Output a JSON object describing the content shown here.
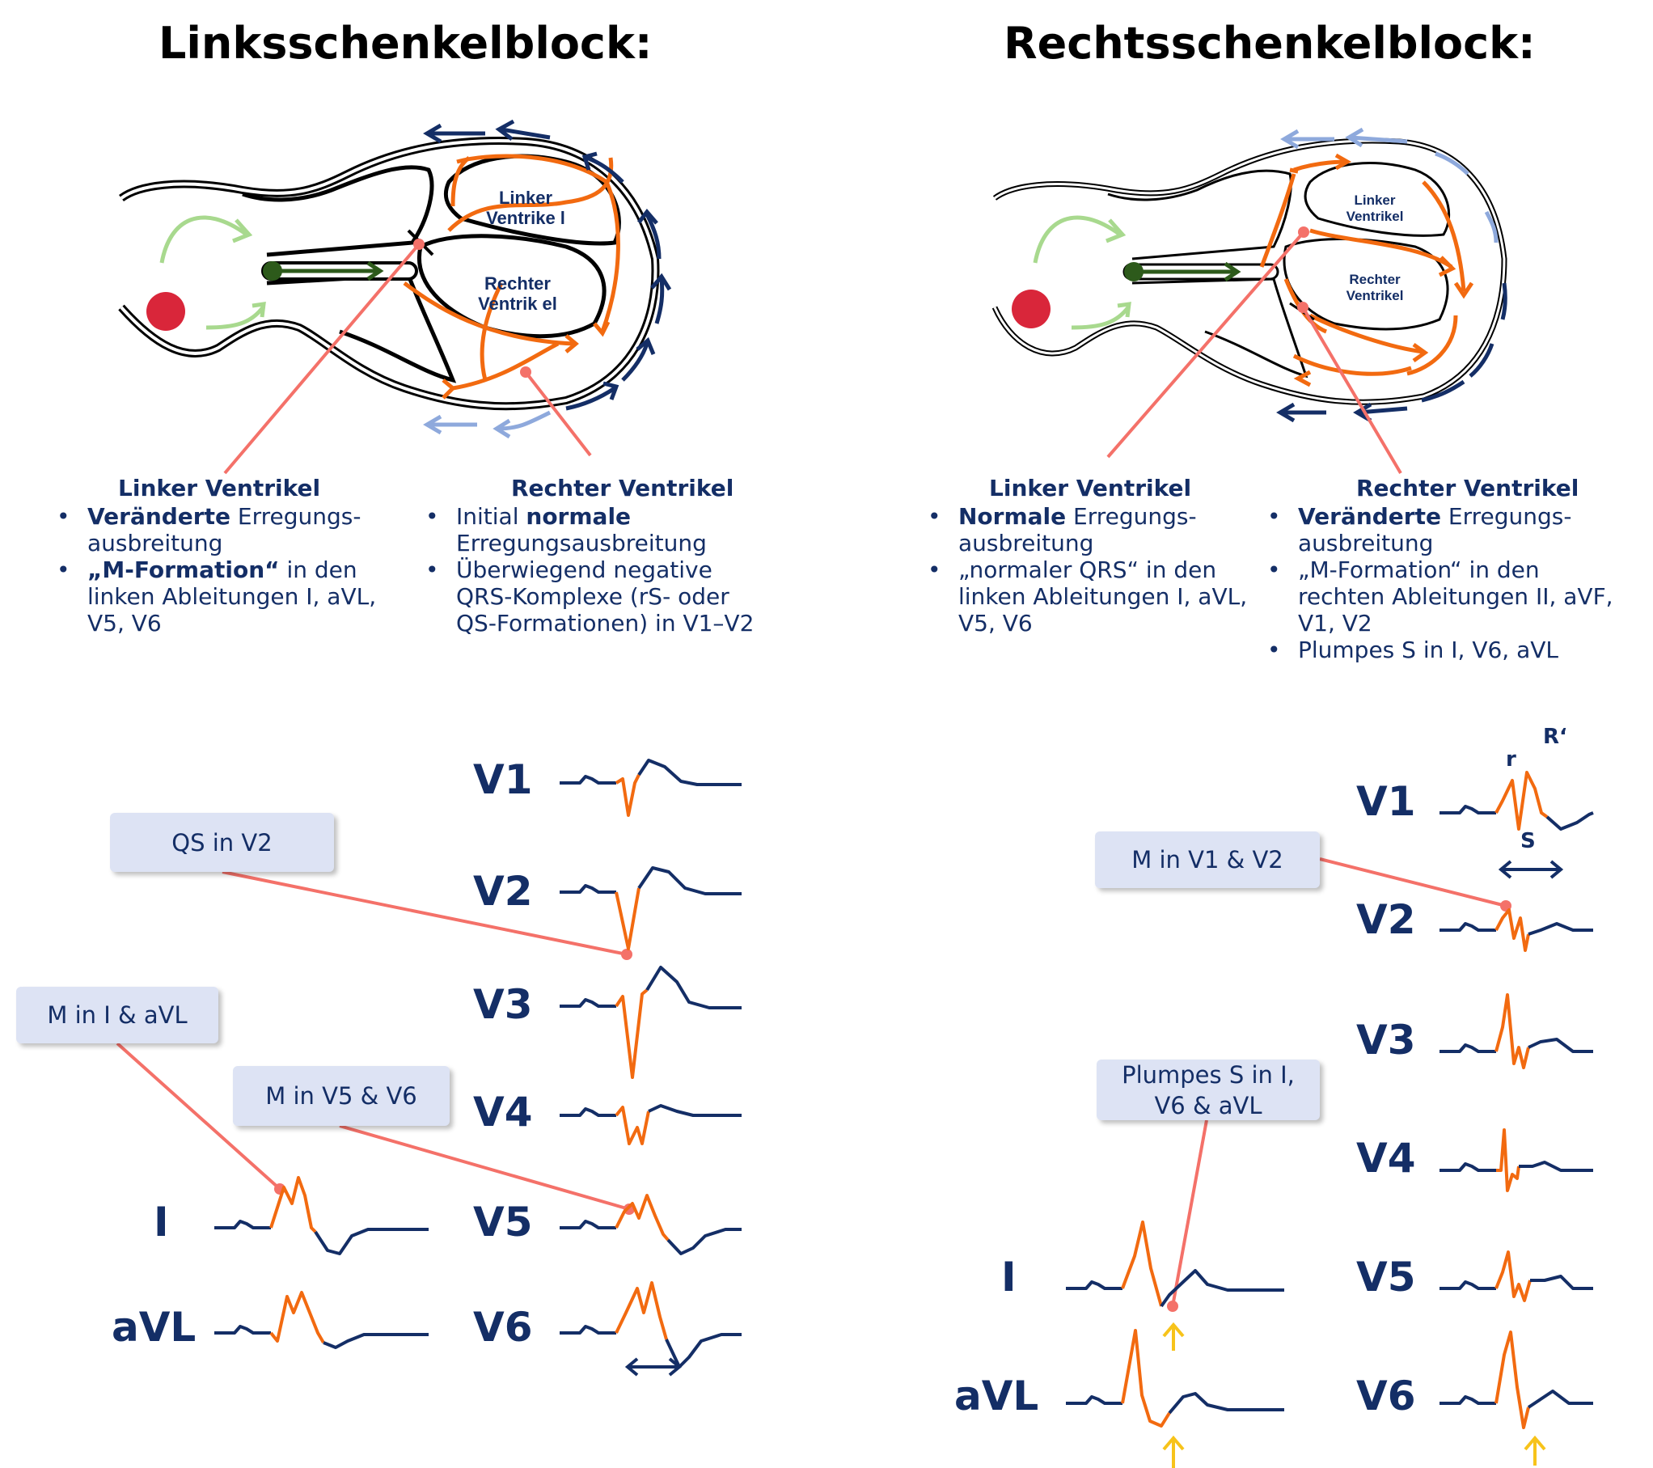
{
  "titles": {
    "left": "Linksschenkelblock:",
    "right": "Rechtsschenkelblock:"
  },
  "hearts": {
    "left": {
      "lv_label": "Linker Ventrike l",
      "rv_label": "Rechter Ventrik el"
    },
    "right": {
      "lv_label": "Linker Ventrikel",
      "rv_label": "Rechter Ventrikel"
    }
  },
  "lsb": {
    "lv": {
      "heading": "Linker Ventrikel",
      "items": [
        {
          "bold": "Veränderte",
          "text": " Erregungs-ausbreitung"
        },
        {
          "bold": "„M-Formation“",
          "text": " in den linken Ableitungen I, aVL, V5, V6"
        }
      ]
    },
    "rv": {
      "heading": "Rechter Ventrikel",
      "items": [
        {
          "pre": "Initial ",
          "bold": "normale",
          "text": " Erregungsausbreitung"
        },
        {
          "pre": "",
          "bold": "",
          "text": "Überwiegend negative QRS-Komplexe (rS- oder QS-Formationen) in V1–V2"
        }
      ]
    }
  },
  "rsb": {
    "lv": {
      "heading": "Linker Ventrikel",
      "items": [
        {
          "bold": "Normale",
          "text": " Erregungs-ausbreitung"
        },
        {
          "bold": "",
          "text": "„normaler QRS“ in den linken Ableitungen I, aVL, V5, V6"
        }
      ]
    },
    "rv": {
      "heading": "Rechter Ventrikel",
      "items": [
        {
          "bold": "Veränderte",
          "text": " Erregungs-ausbreitung"
        },
        {
          "bold": "",
          "text": "„M-Formation“ in den rechten Ableitungen II, aVF, V1, V2"
        },
        {
          "bold": "",
          "text": "Plumpes S in I, V6, aVL"
        }
      ]
    }
  },
  "ecg_left": {
    "leads": [
      "V1",
      "V2",
      "V3",
      "V4",
      "I",
      "V5",
      "aVL",
      "V6"
    ],
    "callouts": [
      "QS in V2",
      "M in I & aVL",
      "M in V5 & V6"
    ]
  },
  "ecg_right": {
    "leads": [
      "V1",
      "V2",
      "V3",
      "V4",
      "I",
      "V5",
      "aVL",
      "V6"
    ],
    "callouts": [
      "M in V1 & V2",
      "Plumpes S in I, V6 & aVL"
    ],
    "annotations": {
      "r": "r",
      "R": "R‘",
      "S": "S"
    }
  },
  "colors": {
    "navy": "#142e66",
    "orange": "#f26a10",
    "red_line": "#f47169",
    "light_green": "#a8d98e",
    "dark_green": "#2d5a1b",
    "red_dot": "#d9263a",
    "light_blue": "#8ea9dc",
    "callout_bg": "#dde3f4",
    "yellow_arrow": "#f7c31a"
  }
}
